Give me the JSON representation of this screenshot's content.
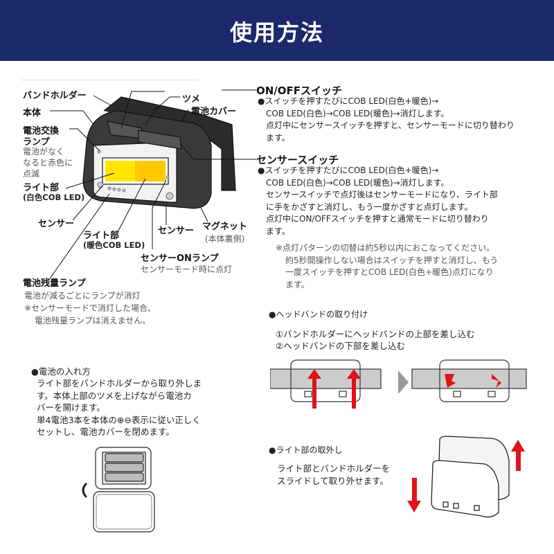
{
  "header": {
    "title": "使用方法",
    "bg_color": "#1c2a6b"
  },
  "diagram_labels": {
    "band_holder": "バンドホルダー",
    "body": "本体",
    "battery_change_lamp": "電池交換",
    "battery_change_lamp2": "ランプ",
    "battery_change_desc": [
      "電池がなく",
      "なると赤色に",
      "点滅"
    ],
    "light_white": "ライト部",
    "light_white_sub": "(白色COB LED)",
    "sensor_left": "センサー",
    "light_warm": "ライト部",
    "light_warm_sub": "(暖色COB LED)",
    "sensor_right": "センサー",
    "magnet": "マグネット",
    "magnet_sub": "(本体裏側)",
    "sensor_on_lamp": "センサーONランプ",
    "sensor_on_lamp_desc": "センサーモード時に点灯",
    "claw": "ツメ",
    "battery_cover": "電池カバー",
    "battery_level_lamp": "電池残量ランプ",
    "battery_level_desc": "電池が減るごとにランプが消灯",
    "battery_level_note": [
      "※センサーモードで消灯した場合、",
      "電池残量ランプは消えません。"
    ]
  },
  "onoff_switch": {
    "title": "ON/OFFスイッチ",
    "lines": [
      "●スイッチを押すたびにCOB LED(白色+暖色)→",
      "COB LED(白色)→COB LED(暖色)→消灯します。",
      "点灯中にセンサースイッチを押すと、センサーモードに切り替わり",
      "ます。"
    ]
  },
  "sensor_switch": {
    "title": "センサースイッチ",
    "lines": [
      "●スイッチを押すたびにCOB LED(白色+暖色)→",
      "COB LED(白色)→COB LED(暖色)→消灯します。",
      "センサースイッチで点灯後はセンサーモードになり、ライト部",
      "に手をかざすと消灯し、もう一度かざすと点灯します。",
      "点灯中にON/OFFスイッチを押すと通常モードに切り替わり",
      "ます。"
    ],
    "note": [
      "※点灯パターンの切替は約5秒以内におこなってください。",
      "約5秒間操作しない場合はスイッチを押すと消灯し、もう",
      "一度スイッチを押すとCOB LED(白色+暖色)点灯になり",
      "ます。"
    ]
  },
  "headband": {
    "title": "●ヘッドバンドの取り付け",
    "steps": [
      "①バンドホルダーにヘッドバンドの上部を差し込む",
      "②ヘッドバンドの下部を差し込む"
    ]
  },
  "battery_insert": {
    "title": "●電池の入れ方",
    "lines": [
      "ライト部をバンドホルダーから取り外しま",
      "す。本体上部のツメを上げながら電池カ",
      "バーを開けます。",
      "単4電池3本を本体の⊕⊖表示に従い正しく",
      "セットし、電池カバーを閉めます。"
    ]
  },
  "light_removal": {
    "title": "●ライト部の取外し",
    "lines": [
      "ライト部とバンドホルダーを",
      "スライドして取り外せます。"
    ]
  },
  "colors": {
    "arrow_red": "#e0121b",
    "led_yellow": "#ffd200"
  }
}
